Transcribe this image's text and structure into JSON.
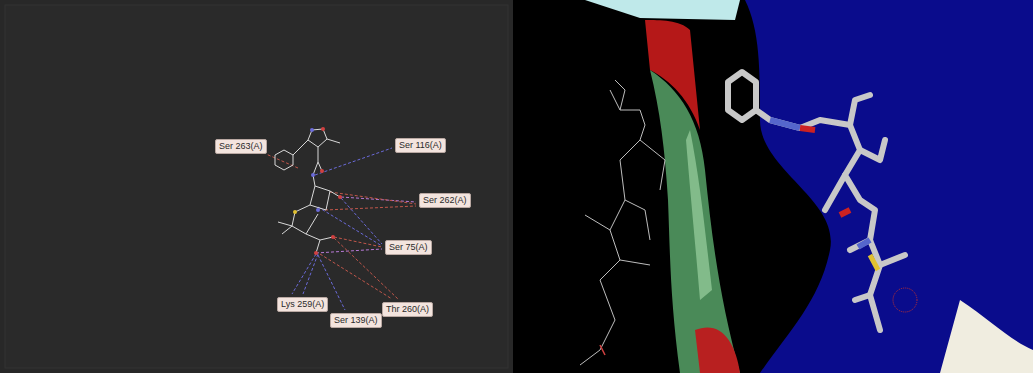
{
  "diagram": {
    "nodes": [
      {
        "text": [
          "Ser 263(A)"
        ]
      },
      {
        "text": [
          "Ser 116(A)"
        ]
      },
      {
        "text": [
          "Ser 262(A)"
        ]
      },
      {
        "text": [
          "Ser 75(A)"
        ]
      },
      {
        "text": [
          "Lys 259(A)"
        ]
      },
      {
        "text": [
          "Thr 260(A)"
        ]
      },
      {
        "text": [
          "Ser 139(A)"
        ]
      }
    ]
  }
}
